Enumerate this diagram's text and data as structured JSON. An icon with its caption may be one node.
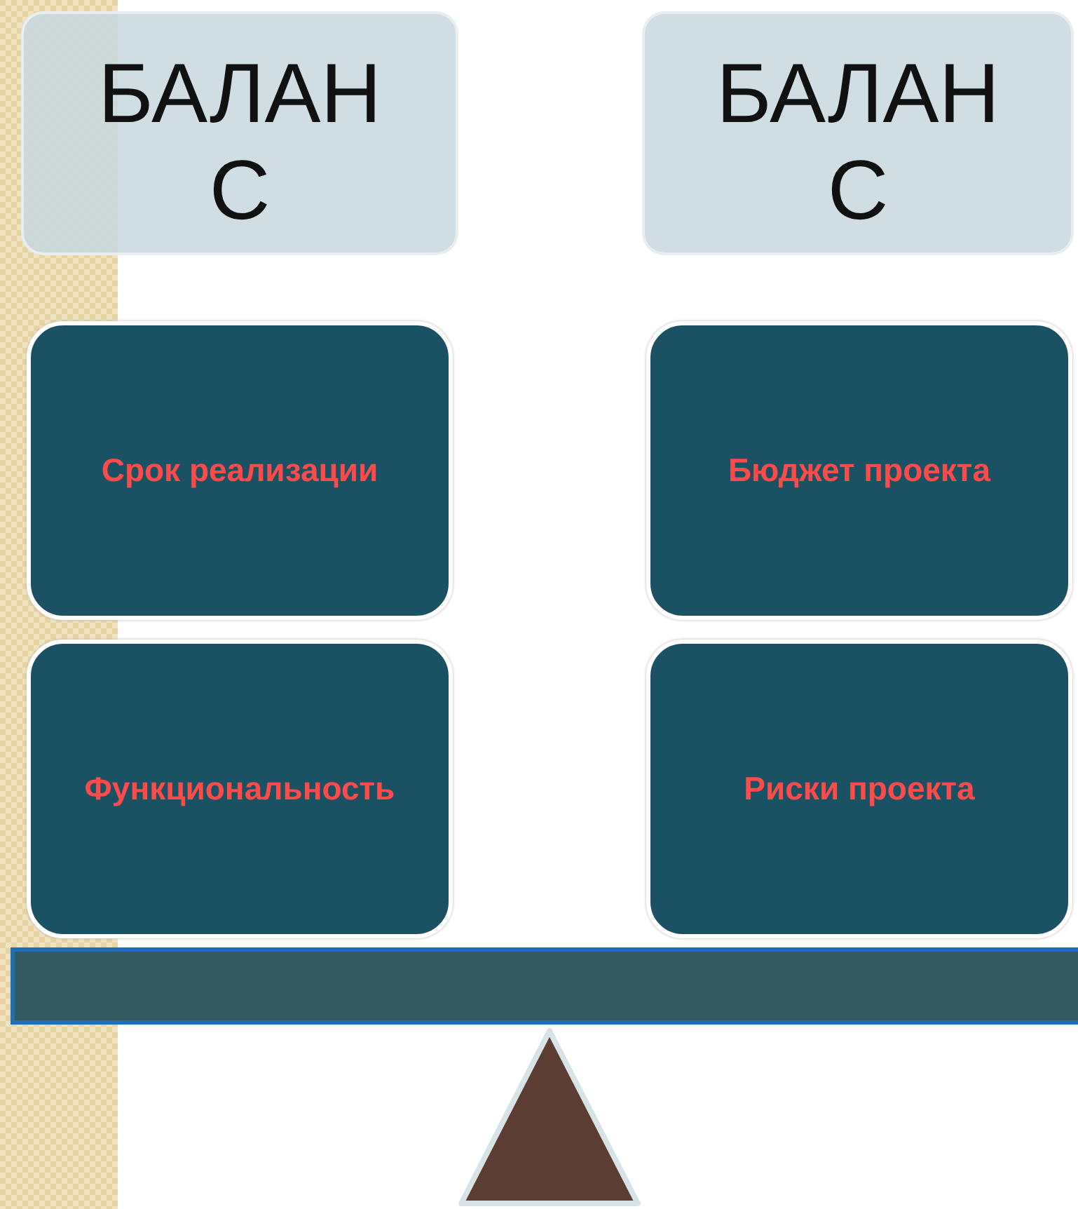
{
  "diagram": {
    "nodes": [
      {
        "text": [
          "БАЛАНС"
        ]
      },
      {
        "text": [
          "БАЛАНС"
        ]
      },
      {
        "text": [
          "Срок реализации"
        ]
      },
      {
        "text": [
          "Бюджет проекта"
        ]
      },
      {
        "text": [
          "Функциональность"
        ]
      },
      {
        "text": [
          "Риски проекта"
        ]
      }
    ]
  }
}
